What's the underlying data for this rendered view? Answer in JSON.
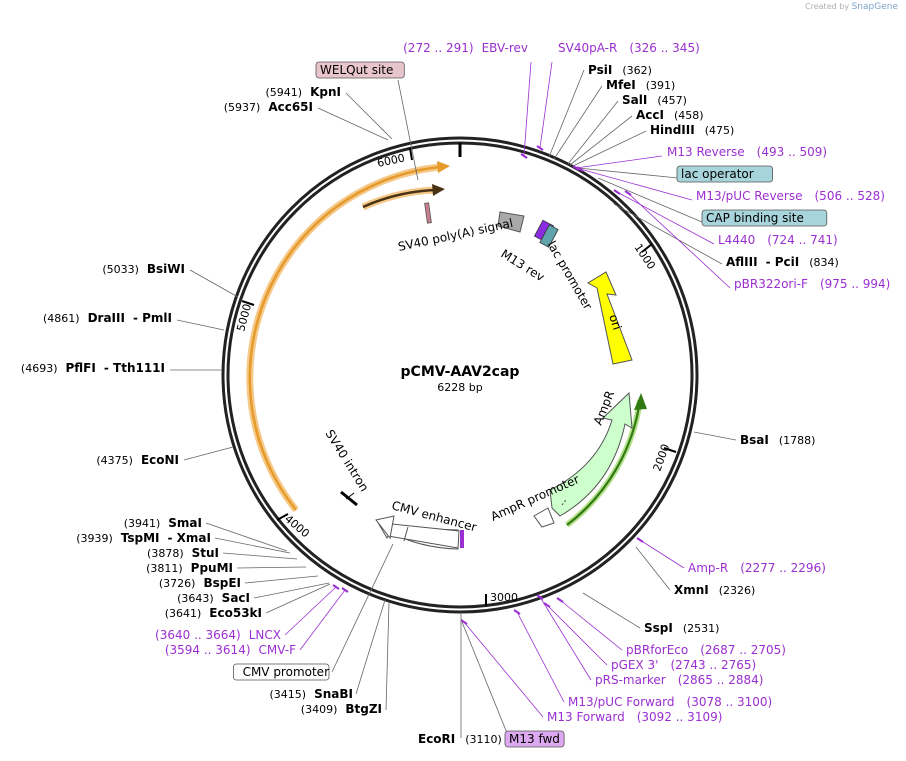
{
  "credit": {
    "prefix": "Created by",
    "brand": "SnapGene"
  },
  "plasmid": {
    "name": "pCMV-AAV2cap",
    "size_label": "6228 bp"
  },
  "ticks": [
    "1000",
    "2000",
    "3000",
    "4000",
    "5000",
    "6000"
  ],
  "sites": [
    {
      "id": "ebv",
      "name": "EBV-rev",
      "range": "(272 .. 291)",
      "kind": "primer"
    },
    {
      "id": "sv40pa",
      "name": "SV40pA-R",
      "range": "(326 .. 345)",
      "kind": "primer"
    },
    {
      "id": "psii",
      "name": "PsiI",
      "pos": "(362)",
      "kind": "enzyme"
    },
    {
      "id": "mfei",
      "name": "MfeI",
      "pos": "(391)",
      "kind": "enzyme"
    },
    {
      "id": "sali",
      "name": "SalI",
      "pos": "(457)",
      "kind": "enzyme"
    },
    {
      "id": "acci",
      "name": "AccI",
      "pos": "(458)",
      "kind": "enzyme"
    },
    {
      "id": "hindiii",
      "name": "HindIII",
      "pos": "(475)",
      "kind": "enzyme"
    },
    {
      "id": "m13rev",
      "name": "M13 Reverse",
      "range": "(493 .. 509)",
      "kind": "primer"
    },
    {
      "id": "lacop",
      "name": "lac operator",
      "kind": "box",
      "color": "#a8d4dc"
    },
    {
      "id": "m13puc",
      "name": "M13/pUC Reverse",
      "range": "(506 .. 528)",
      "kind": "primer"
    },
    {
      "id": "cap",
      "name": "CAP binding site",
      "kind": "box",
      "color": "#a8d4dc"
    },
    {
      "id": "l4440",
      "name": "L4440",
      "range": "(724 .. 741)",
      "kind": "primer"
    },
    {
      "id": "afliii",
      "name": "AflIII",
      "name2": "PciI",
      "pos": "(834)",
      "kind": "enzyme2"
    },
    {
      "id": "pbr322",
      "name": "pBR322ori-F",
      "range": "(975 .. 994)",
      "kind": "primer"
    },
    {
      "id": "bsai",
      "name": "BsaI",
      "pos": "(1788)",
      "kind": "enzyme"
    },
    {
      "id": "ampr",
      "name": "Amp-R",
      "range": "(2277 .. 2296)",
      "kind": "primer"
    },
    {
      "id": "xmni",
      "name": "XmnI",
      "pos": "(2326)",
      "kind": "enzyme"
    },
    {
      "id": "sspi",
      "name": "SspI",
      "pos": "(2531)",
      "kind": "enzyme"
    },
    {
      "id": "pbrforeco",
      "name": "pBRforEco",
      "range": "(2687 .. 2705)",
      "kind": "primer"
    },
    {
      "id": "pgex",
      "name": "pGEX 3'",
      "range": "(2743 .. 2765)",
      "kind": "primer"
    },
    {
      "id": "prs",
      "name": "pRS-marker",
      "range": "(2865 .. 2884)",
      "kind": "primer"
    },
    {
      "id": "m13pucf",
      "name": "M13/pUC Forward",
      "range": "(3078 .. 3100)",
      "kind": "primer"
    },
    {
      "id": "m13f",
      "name": "M13 Forward",
      "range": "(3092 .. 3109)",
      "kind": "primer"
    },
    {
      "id": "m13fwd",
      "name": "M13 fwd",
      "kind": "box",
      "color": "#dca8f0"
    },
    {
      "id": "ecori",
      "name": "EcoRI",
      "pos": "(3110)",
      "kind": "enzyme"
    },
    {
      "id": "btgzi",
      "name": "BtgZI",
      "pos": "(3409)",
      "kind": "enzyme"
    },
    {
      "id": "snabi",
      "name": "SnaBI",
      "pos": "(3415)",
      "kind": "enzyme"
    },
    {
      "id": "cmvprom",
      "name": "CMV promoter",
      "kind": "box",
      "color": "#ffffff"
    },
    {
      "id": "cmvf",
      "name": "CMV-F",
      "range": "(3594 .. 3614)",
      "kind": "primer"
    },
    {
      "id": "lncx",
      "name": "LNCX",
      "range": "(3640 .. 3664)",
      "kind": "primer"
    },
    {
      "id": "eco53ki",
      "name": "Eco53kI",
      "pos": "(3641)",
      "kind": "enzyme"
    },
    {
      "id": "saci",
      "name": "SacI",
      "pos": "(3643)",
      "kind": "enzyme"
    },
    {
      "id": "bspei",
      "name": "BspEI",
      "pos": "(3726)",
      "kind": "enzyme"
    },
    {
      "id": "ppumi",
      "name": "PpuMI",
      "pos": "(3811)",
      "kind": "enzyme"
    },
    {
      "id": "stui",
      "name": "StuI",
      "pos": "(3878)",
      "kind": "enzyme"
    },
    {
      "id": "tspmi",
      "name": "TspMI",
      "name2": "XmaI",
      "pos": "(3939)",
      "kind": "enzyme2"
    },
    {
      "id": "smai",
      "name": "SmaI",
      "pos": "(3941)",
      "kind": "enzyme"
    },
    {
      "id": "econi",
      "name": "EcoNI",
      "pos": "(4375)",
      "kind": "enzyme"
    },
    {
      "id": "pflfi",
      "name": "PflFI",
      "name2": "Tth111I",
      "pos": "(4693)",
      "kind": "enzyme2"
    },
    {
      "id": "draiii",
      "name": "DraIII",
      "name2": "PmlI",
      "pos": "(4861)",
      "kind": "enzyme2"
    },
    {
      "id": "bsiwi",
      "name": "BsiWI",
      "pos": "(5033)",
      "kind": "enzyme"
    },
    {
      "id": "acc65i",
      "name": "Acc65I",
      "pos": "(5937)",
      "kind": "enzyme"
    },
    {
      "id": "kpni",
      "name": "KpnI",
      "pos": "(5941)",
      "kind": "enzyme"
    },
    {
      "id": "welqut",
      "name": "WELQut site",
      "kind": "box",
      "color": "#e8c4cc"
    }
  ],
  "features": {
    "sv40polya": "SV40 poly(A) signal",
    "m13rev": "M13 rev",
    "lacpromoter": "lac promoter",
    "ori": "ori",
    "ampr": "AmpR",
    "amprpromoter": "AmpR promoter",
    "cmvenhancer": "CMV enhancer",
    "sv40intron": "SV40 intron"
  },
  "colors": {
    "primer": "#9b2fd1",
    "ori": "#ffff00",
    "ampr": "#ccffcc",
    "cap_orf": "#ffb347",
    "backbone": "#222222"
  }
}
